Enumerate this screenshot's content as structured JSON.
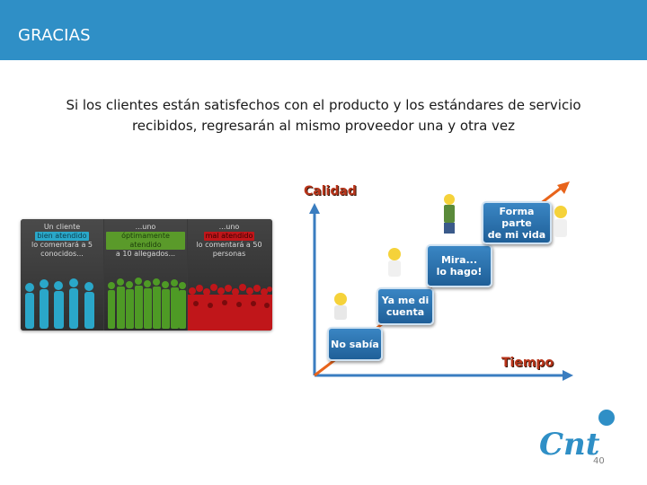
{
  "header": {
    "title": "GRACIAS"
  },
  "subtitle": {
    "line1": "Si los clientes están satisfechos con el producto y los estándares de servicio",
    "line2": "recibidos, regresarán al mismo proveedor una y otra vez"
  },
  "panel": {
    "columns": [
      {
        "text_before": "Un cliente",
        "highlight": "bien atendido",
        "text_after": "lo comentará a 5 conocidos...",
        "color": "#2aa7c9"
      },
      {
        "text_before": "...uno",
        "highlight": "óptimamente atendido",
        "text_after": "a 10 allegados...",
        "color": "#5a9a2a"
      },
      {
        "text_before": "...uno",
        "highlight": "mal atendido",
        "text_after": "lo comentará a 50 personas",
        "color": "#c0161a"
      }
    ]
  },
  "diagram": {
    "y_axis_label": "Calidad",
    "x_axis_label": "Tiempo",
    "steps": [
      {
        "line1": "No sabía",
        "line2": ""
      },
      {
        "line1": "Ya me di",
        "line2": "cuenta"
      },
      {
        "line1": "Mira...",
        "line2": "lo hago!"
      },
      {
        "line1": "Forma parte",
        "line2": "de mi vida"
      }
    ],
    "axis_color": "#3a7dc0",
    "arrow_color": "#e8641b"
  },
  "footer": {
    "page_number": "40",
    "logo_text": "Cnt"
  }
}
